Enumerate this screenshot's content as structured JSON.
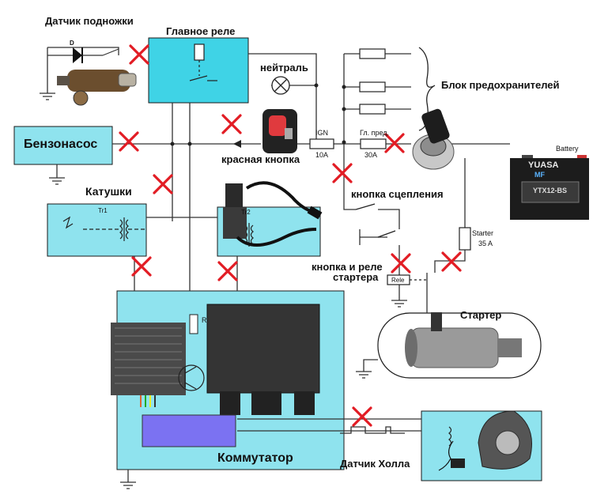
{
  "labels": {
    "stand_sensor": "Датчик подножки",
    "main_relay": "Главное реле",
    "neutral": "нейтраль",
    "fuse_block": "Блок предохранителей",
    "fuel_pump": "Бензонасос",
    "red_button": "красная кнопка",
    "ign": "IGN",
    "ign_amp": "10A",
    "main_fuse": "Гл. пред.",
    "main_fuse_amp": "30A",
    "clutch_button": "кнопка сцепления",
    "coils": "Катушки",
    "tr1": "Tr1",
    "tr2": "Tr2",
    "starter_button_line1": "кнопка и реле",
    "starter_button_line2": "стартера",
    "rele": "Rele",
    "starter_fuse": "Starter",
    "starter_fuse_amp": "35 A",
    "starter": "Стартер",
    "battery": "Battery",
    "commutator": "Коммутатор",
    "hall_sensor": "Датчик Холла",
    "resistor": "R",
    "diode": "D"
  },
  "battery_face": {
    "brand": "YUASA",
    "type": "MF",
    "model": "YTX12-BS"
  },
  "colors": {
    "cyan_box": "#8fe3ee",
    "cyan_box_main_relay": "#3fd3e6",
    "cross": "#e21c24",
    "wire": "#333333",
    "display": "#7b72f2",
    "battery_body": "#1c1c1c"
  },
  "icons": [
    "diode-icon",
    "switch-icon",
    "lamp-icon",
    "fuse-icon",
    "ignition-key-icon",
    "battery-icon",
    "ground-icon",
    "coil-icon",
    "starter-motor-icon",
    "hall-sensor-icon",
    "regulator-icon",
    "cdi-unit-icon",
    "spark-plug-icon",
    "cross-mark-icon"
  ]
}
